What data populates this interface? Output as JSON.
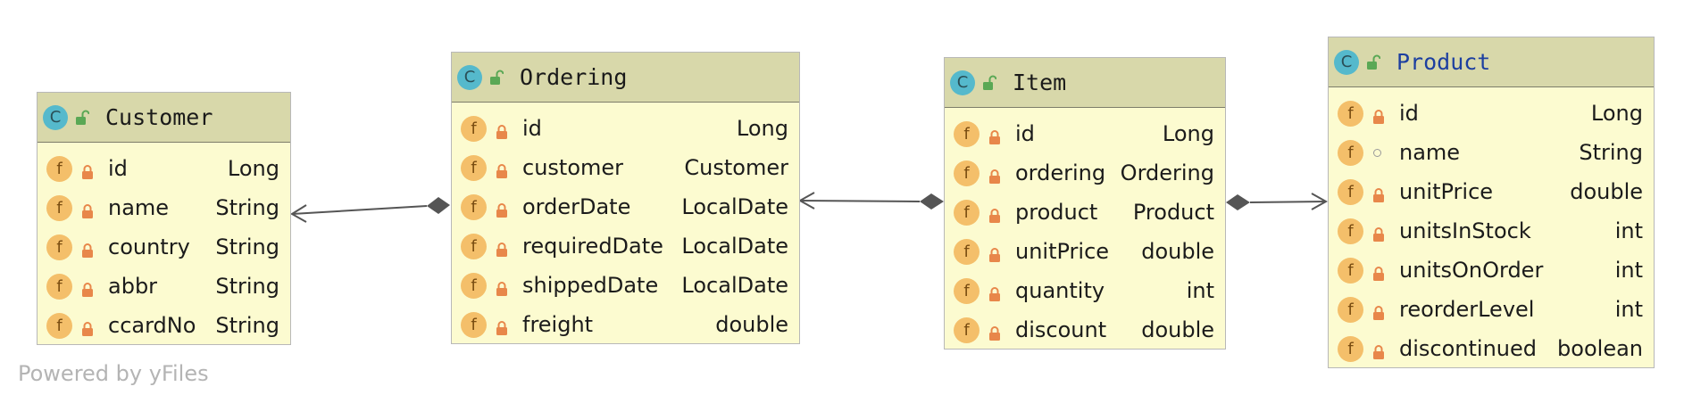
{
  "nodes": [
    {
      "title": "Customer",
      "class_icon": "C",
      "fields": [
        {
          "icon": "f",
          "access": "private",
          "name": "id",
          "type": "Long"
        },
        {
          "icon": "f",
          "access": "private",
          "name": "name",
          "type": "String"
        },
        {
          "icon": "f",
          "access": "private",
          "name": "country",
          "type": "String"
        },
        {
          "icon": "f",
          "access": "private",
          "name": "abbr",
          "type": "String"
        },
        {
          "icon": "f",
          "access": "private",
          "name": "ccardNo",
          "type": "String"
        }
      ]
    },
    {
      "title": "Ordering",
      "class_icon": "C",
      "fields": [
        {
          "icon": "f",
          "access": "private",
          "name": "id",
          "type": "Long"
        },
        {
          "icon": "f",
          "access": "private",
          "name": "customer",
          "type": "Customer"
        },
        {
          "icon": "f",
          "access": "private",
          "name": "orderDate",
          "type": "LocalDate"
        },
        {
          "icon": "f",
          "access": "private",
          "name": "requiredDate",
          "type": "LocalDate"
        },
        {
          "icon": "f",
          "access": "private",
          "name": "shippedDate",
          "type": "LocalDate"
        },
        {
          "icon": "f",
          "access": "private",
          "name": "freight",
          "type": "double"
        }
      ]
    },
    {
      "title": "Item",
      "class_icon": "C",
      "fields": [
        {
          "icon": "f",
          "access": "private",
          "name": "id",
          "type": "Long"
        },
        {
          "icon": "f",
          "access": "private",
          "name": "ordering",
          "type": "Ordering"
        },
        {
          "icon": "f",
          "access": "private",
          "name": "product",
          "type": "Product"
        },
        {
          "icon": "f",
          "access": "private",
          "name": "unitPrice",
          "type": "double"
        },
        {
          "icon": "f",
          "access": "private",
          "name": "quantity",
          "type": "int"
        },
        {
          "icon": "f",
          "access": "private",
          "name": "discount",
          "type": "double"
        }
      ]
    },
    {
      "title": "Product",
      "class_icon": "C",
      "title_color": "#1d3fa0",
      "fields": [
        {
          "icon": "f",
          "access": "private",
          "name": "id",
          "type": "Long"
        },
        {
          "icon": "f",
          "access": "package",
          "name": "name",
          "type": "String"
        },
        {
          "icon": "f",
          "access": "private",
          "name": "unitPrice",
          "type": "double"
        },
        {
          "icon": "f",
          "access": "private",
          "name": "unitsInStock",
          "type": "int"
        },
        {
          "icon": "f",
          "access": "private",
          "name": "unitsOnOrder",
          "type": "int"
        },
        {
          "icon": "f",
          "access": "private",
          "name": "reorderLevel",
          "type": "int"
        },
        {
          "icon": "f",
          "access": "private",
          "name": "discontinued",
          "type": "boolean"
        }
      ]
    }
  ],
  "edges": [
    {
      "from": "Ordering",
      "to": "Customer",
      "source_end": "filled-diamond",
      "target_end": "open-arrow"
    },
    {
      "from": "Item",
      "to": "Ordering",
      "source_end": "filled-diamond",
      "target_end": "open-arrow"
    },
    {
      "from": "Item",
      "to": "Product",
      "source_end": "filled-diamond",
      "target_end": "open-arrow"
    }
  ],
  "watermark": "Powered by yFiles",
  "colors": {
    "header": "#d8d8aa",
    "body": "#fcfbd0",
    "class_icon": "#55b9cc",
    "field_icon": "#f4bf6a",
    "lock": "#e8874a",
    "edge": "#555555"
  }
}
